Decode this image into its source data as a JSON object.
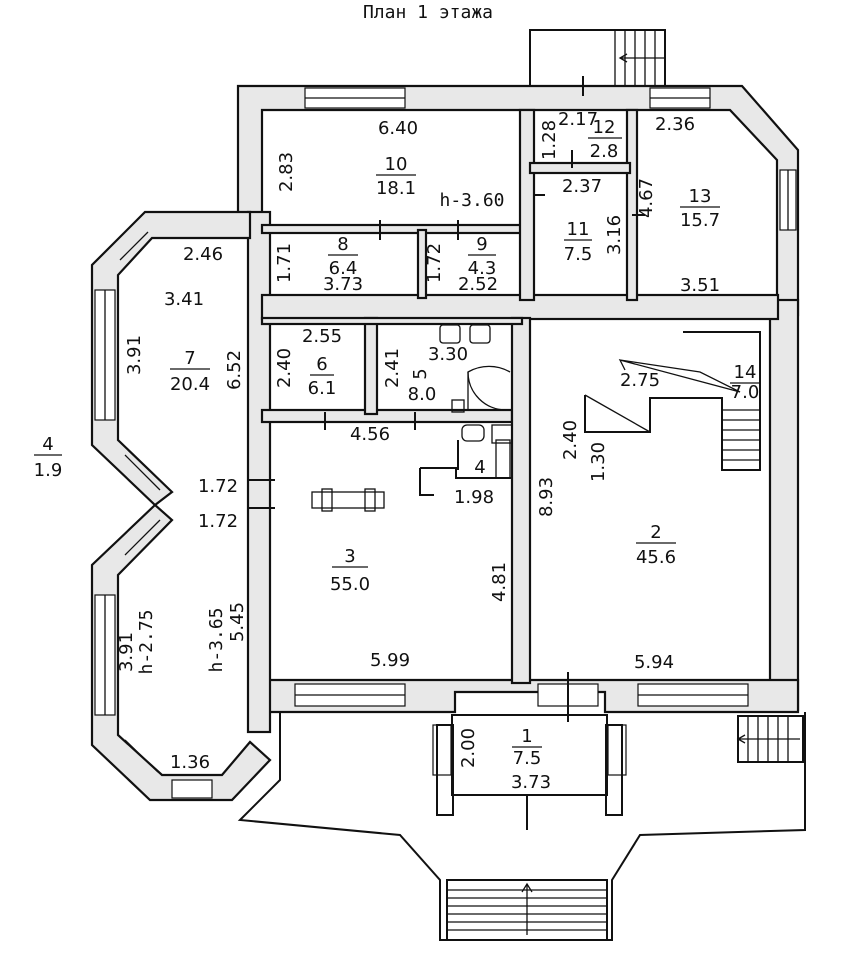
{
  "title": "План 1 этажа",
  "ceiling_heights": {
    "main": "h-3.60",
    "room7_outer": "h-2.75",
    "room7_inner": "h-3.65"
  },
  "rooms": [
    {
      "id": "1",
      "area": "7.5",
      "dims": [
        "2.00",
        "3.73"
      ]
    },
    {
      "id": "2",
      "area": "45.6",
      "dims": [
        "8.93",
        "5.94"
      ]
    },
    {
      "id": "3",
      "area": "55.0",
      "dims": [
        "4.56",
        "4.81",
        "5.99",
        "1.98"
      ]
    },
    {
      "id": "4",
      "area": "1.9"
    },
    {
      "id": "5",
      "area": "8.0",
      "dims": [
        "2.41",
        "3.30"
      ]
    },
    {
      "id": "6",
      "area": "6.1",
      "dims": [
        "2.55",
        "2.40"
      ]
    },
    {
      "id": "7",
      "area": "20.4",
      "dims": [
        "2.46",
        "3.41",
        "3.91",
        "6.52",
        "1.72",
        "1.72",
        "3.91",
        "5.45",
        "1.36"
      ]
    },
    {
      "id": "8",
      "area": "6.4",
      "dims": [
        "1.71",
        "3.73"
      ]
    },
    {
      "id": "9",
      "area": "4.3",
      "dims": [
        "1.72",
        "2.52"
      ]
    },
    {
      "id": "10",
      "area": "18.1",
      "dims": [
        "6.40",
        "2.83"
      ]
    },
    {
      "id": "11",
      "area": "7.5",
      "dims": [
        "2.37",
        "3.16"
      ]
    },
    {
      "id": "12",
      "area": "2.8",
      "dims": [
        "1.28",
        "2.17"
      ]
    },
    {
      "id": "13",
      "area": "15.7",
      "dims": [
        "2.36",
        "4.67",
        "3.51"
      ]
    },
    {
      "id": "14",
      "area": "7.0",
      "dims": [
        "2.75",
        "2.40",
        "1.30"
      ]
    }
  ]
}
